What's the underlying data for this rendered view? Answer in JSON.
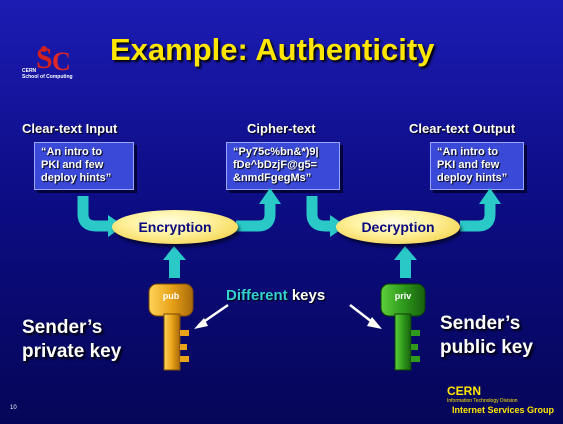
{
  "slide": {
    "title": "Example: Authenticity",
    "page_number": "10"
  },
  "logo": {
    "text_line1": "CERN",
    "text_line2": "School of Computing"
  },
  "columns": {
    "input_header": "Clear-text Input",
    "cipher_header": "Cipher-text",
    "output_header": "Clear-text Output"
  },
  "boxes": {
    "input": [
      "“An intro to",
      "PKI and few",
      "deploy hints”"
    ],
    "cipher": [
      "“Py75c%bn&*)9|",
      "fDe^bDzjF@g5=",
      "&nmdFgegMs”"
    ],
    "output": [
      "“An intro to",
      "PKI and few",
      "deploy hints”"
    ]
  },
  "processes": {
    "encryption": "Encryption",
    "decryption": "Decryption"
  },
  "keys": {
    "left_tag": "pub",
    "right_tag": "priv",
    "different_word": "Different",
    "keys_word": "keys",
    "sender_private_line1": "Sender’s",
    "sender_private_line2": "private key",
    "sender_public_line1": "Sender’s",
    "sender_public_line2": "public key"
  },
  "footer": {
    "cern": "CERN",
    "division": "Information Technology Division",
    "group": "Internet Services Group"
  },
  "colors": {
    "title": "#ffe600",
    "accent": "#33d0d0",
    "left_key": "#e8a318",
    "right_key": "#2f9a1c"
  }
}
